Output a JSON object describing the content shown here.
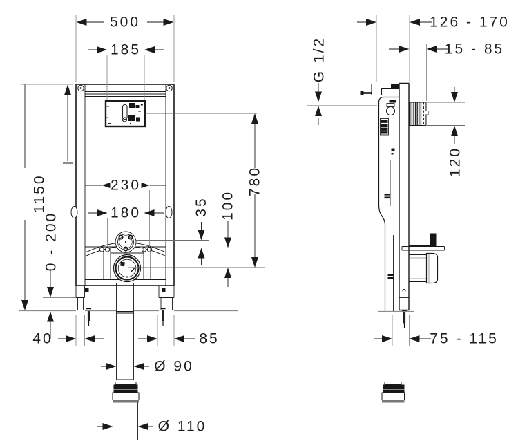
{
  "drawing_type": "installation-dimension-drawing",
  "dims": {
    "front": {
      "width": "500",
      "plate_width": "185",
      "height": "1150",
      "leg_adjust": "0 - 200",
      "fix_outer": "230",
      "fix_inner": "180",
      "inlet_offset": "35",
      "drain_offset": "100",
      "plate_height": "780",
      "leg_left": "40",
      "leg_right": "85",
      "drain_dia": "Ø 90",
      "connector_dia": "Ø 110"
    },
    "side": {
      "depth": "126 - 170",
      "wall": "15 - 85",
      "thread": "G 1/2",
      "box_height": "120",
      "foot": "75 - 115"
    }
  },
  "colors": {
    "line": "#1a1a1a",
    "dim_line": "#8c8c8c",
    "text": "#1c1c1c",
    "background": "#ffffff",
    "hatch": "#222222"
  }
}
